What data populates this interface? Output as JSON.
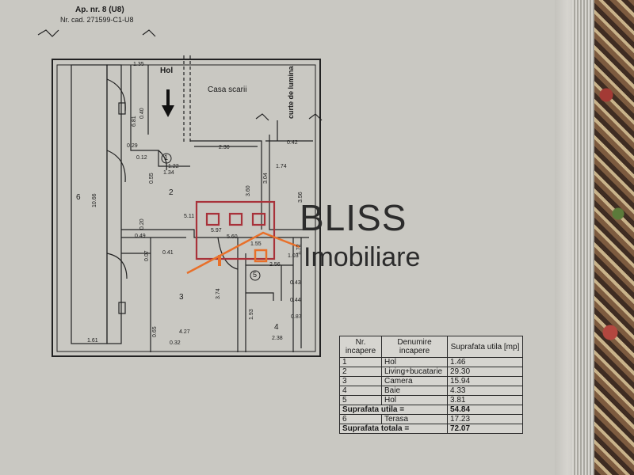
{
  "header": {
    "apartment": "Ap. nr. 8 (U8)",
    "cadastral": "Nr. cad. 271599-C1-U8"
  },
  "labels": {
    "hol": "Hol",
    "casa_scarii": "Casa scarii",
    "curte_de_lumina": "curte de lumina"
  },
  "rooms": [
    "1",
    "2",
    "3",
    "4",
    "5",
    "6"
  ],
  "dimensions": {
    "d_035": "1.35",
    "d_681": "6.81",
    "d_040": "0.40",
    "d_029": "0.29",
    "d_012": "0.12",
    "d_055": "0.55",
    "d_122": "1.22",
    "d_134": "1.34",
    "d_230": "2.30",
    "d_174": "1.74",
    "d_304": "3.04",
    "d_360": "3.60",
    "d_356": "3.56",
    "d_511": "5.11",
    "d_597": "5.97",
    "d_560": "5.60",
    "d_1066": "10.66",
    "d_020": "0.20",
    "d_049": "0.49",
    "d_007": "0.07",
    "d_041": "0.41",
    "d_155": "1.55",
    "d_103": "1.03",
    "d_172": "1.72",
    "d_256": "2.56",
    "d_043": "0.43",
    "d_044": "0.44",
    "d_087": "0.87",
    "d_374": "3.74",
    "d_427": "4.27",
    "d_161": "1.61",
    "d_032": "0.32",
    "d_238": "2.38",
    "d_193": "1.93",
    "d_065": "0.65",
    "d_042": "0.42"
  },
  "brand": {
    "line1": "BLISS",
    "line2": "Imobiliare",
    "accent": "#e8702a",
    "frame": "#a8323a"
  },
  "table": {
    "headers": [
      "Nr. incapere",
      "Denumire incapere",
      "Suprafata utila [mp]"
    ],
    "rows": [
      {
        "nr": "1",
        "name": "Hol",
        "area": "1.46"
      },
      {
        "nr": "2",
        "name": "Living+bucatarie",
        "area": "29.30"
      },
      {
        "nr": "3",
        "name": "Camera",
        "area": "15.94"
      },
      {
        "nr": "4",
        "name": "Baie",
        "area": "4.33"
      },
      {
        "nr": "5",
        "name": "Hol",
        "area": "3.81"
      }
    ],
    "subtotal": {
      "label": "Suprafata utila =",
      "area": "54.84"
    },
    "extra": {
      "nr": "6",
      "name": "Terasa",
      "area": "17.23"
    },
    "total": {
      "label": "Suprafata totala =",
      "area": "72.07"
    }
  }
}
